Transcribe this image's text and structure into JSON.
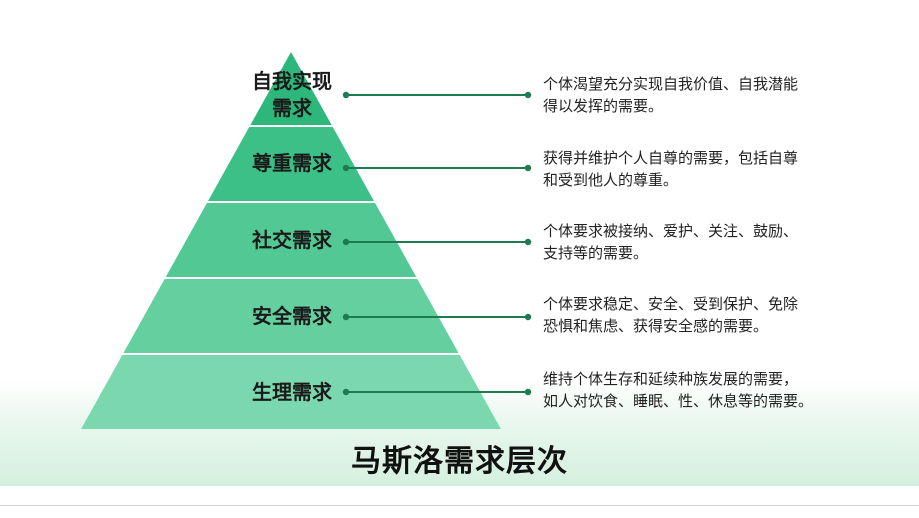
{
  "title": "马斯洛需求层次",
  "colors": {
    "connector": "#1f7a4f",
    "level_fills": [
      "#2db77b",
      "#3cc087",
      "#52c994",
      "#64cf9f",
      "#7bd7ad"
    ]
  },
  "levels": [
    {
      "name": "自我实现\n需求",
      "description": "个体渴望充分实现自我价值、自我潜能\n得以发挥的需要。"
    },
    {
      "name": "尊重需求",
      "description": "获得并维护个人自尊的需要，包括自尊\n和受到他人的尊重。"
    },
    {
      "name": "社交需求",
      "description": "个体要求被接纳、爱护、关注、鼓励、\n支持等的需要。"
    },
    {
      "name": "安全需求",
      "description": "个体要求稳定、安全、受到保护、免除\n恐惧和焦虑、获得安全感的需要。"
    },
    {
      "name": "生理需求",
      "description": "维持个体生存和延续种族发展的需要，\n如人对饮食、睡眠、性、休息等的需要。"
    }
  ]
}
